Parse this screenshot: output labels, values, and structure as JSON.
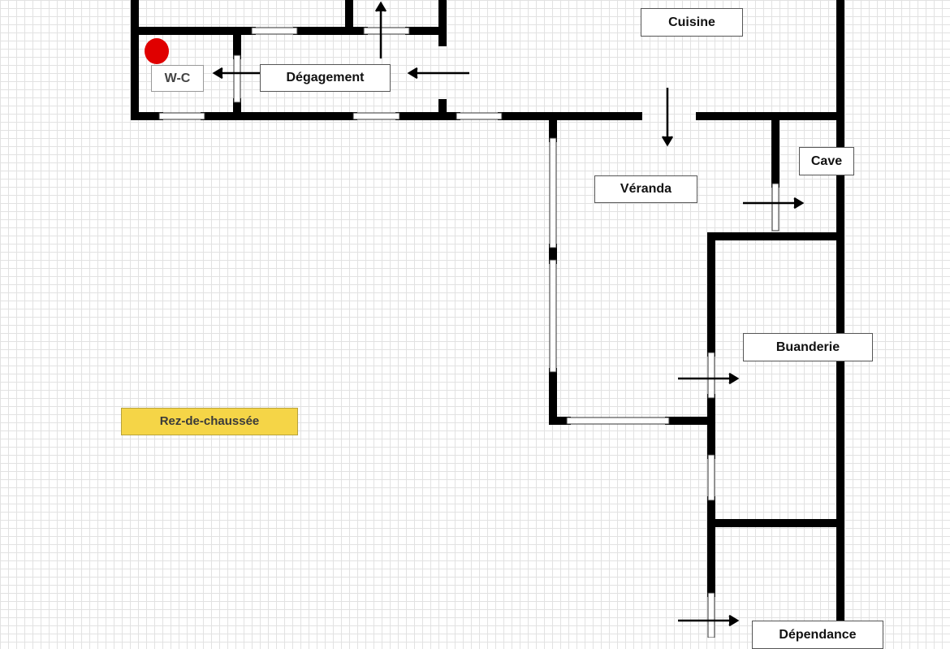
{
  "plan": {
    "rooms": {
      "cuisine": "Cuisine",
      "wc": "W-C",
      "degagement": "Dégagement",
      "veranda": "Véranda",
      "cave": "Cave",
      "buanderie": "Buanderie",
      "dependance": "Dépendance"
    },
    "level_label": "Rez-de-chaussée"
  },
  "colors": {
    "wall": "#000000",
    "level_badge": "#f5d547",
    "marker": "#e00000"
  }
}
